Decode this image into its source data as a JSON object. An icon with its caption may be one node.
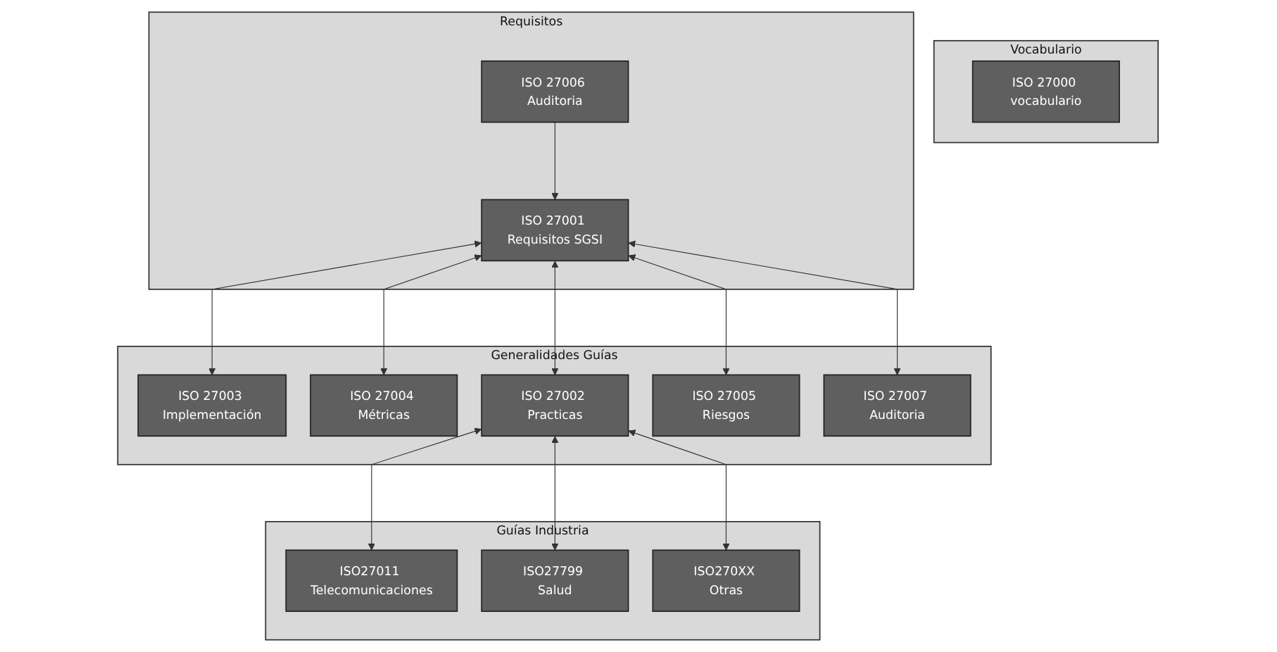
{
  "diagram": {
    "nodes": [
      {
        "text": [
          "Vocabulario"
        ]
      },
      {
        "text": [
          "ISO 27000 vocabulario"
        ],
        "in": 0
      },
      {
        "text": [
          "Requisitos"
        ]
      },
      {
        "text": [
          "ISO 27001 Requisitos SGSI"
        ],
        "in": 2
      },
      {
        "text": [
          "ISO 27006 Auditoria"
        ],
        "in": 2
      },
      {
        "text": [
          "Generalidades Guías"
        ]
      },
      {
        "text": [
          "ISO 27002 Practicas"
        ],
        "in": 5
      },
      {
        "text": [
          "ISO 27003 Implementación"
        ],
        "in": 5
      },
      {
        "text": [
          "ISO 27004 Métricas"
        ],
        "in": 5
      },
      {
        "text": [
          "ISO 27005 Riesgos"
        ],
        "in": 5
      },
      {
        "text": [
          "ISO 27007 Auditoria"
        ],
        "in": 5
      },
      {
        "text": [
          "Guías Industria"
        ]
      },
      {
        "text": [
          "ISO27011 Telecomunicaciones"
        ],
        "in": 11
      },
      {
        "text": [
          "ISO27799 Salud"
        ],
        "in": 11
      },
      {
        "text": [
          "ISO270XX Otras"
        ],
        "in": 11
      }
    ],
    "edges": [
      {
        "from": 4,
        "to": 3,
        "arrow": "to"
      },
      {
        "from": 3,
        "to": 6,
        "arrow": "both"
      },
      {
        "from": 3,
        "to": 7,
        "arrow": "both"
      },
      {
        "from": 3,
        "to": 8,
        "arrow": "both"
      },
      {
        "from": 3,
        "to": 9,
        "arrow": "both"
      },
      {
        "from": 3,
        "to": 10,
        "arrow": "both"
      },
      {
        "from": 6,
        "to": 12,
        "arrow": "both"
      },
      {
        "from": 6,
        "to": 13,
        "arrow": "both"
      },
      {
        "from": 6,
        "to": 14,
        "arrow": "both"
      }
    ]
  }
}
